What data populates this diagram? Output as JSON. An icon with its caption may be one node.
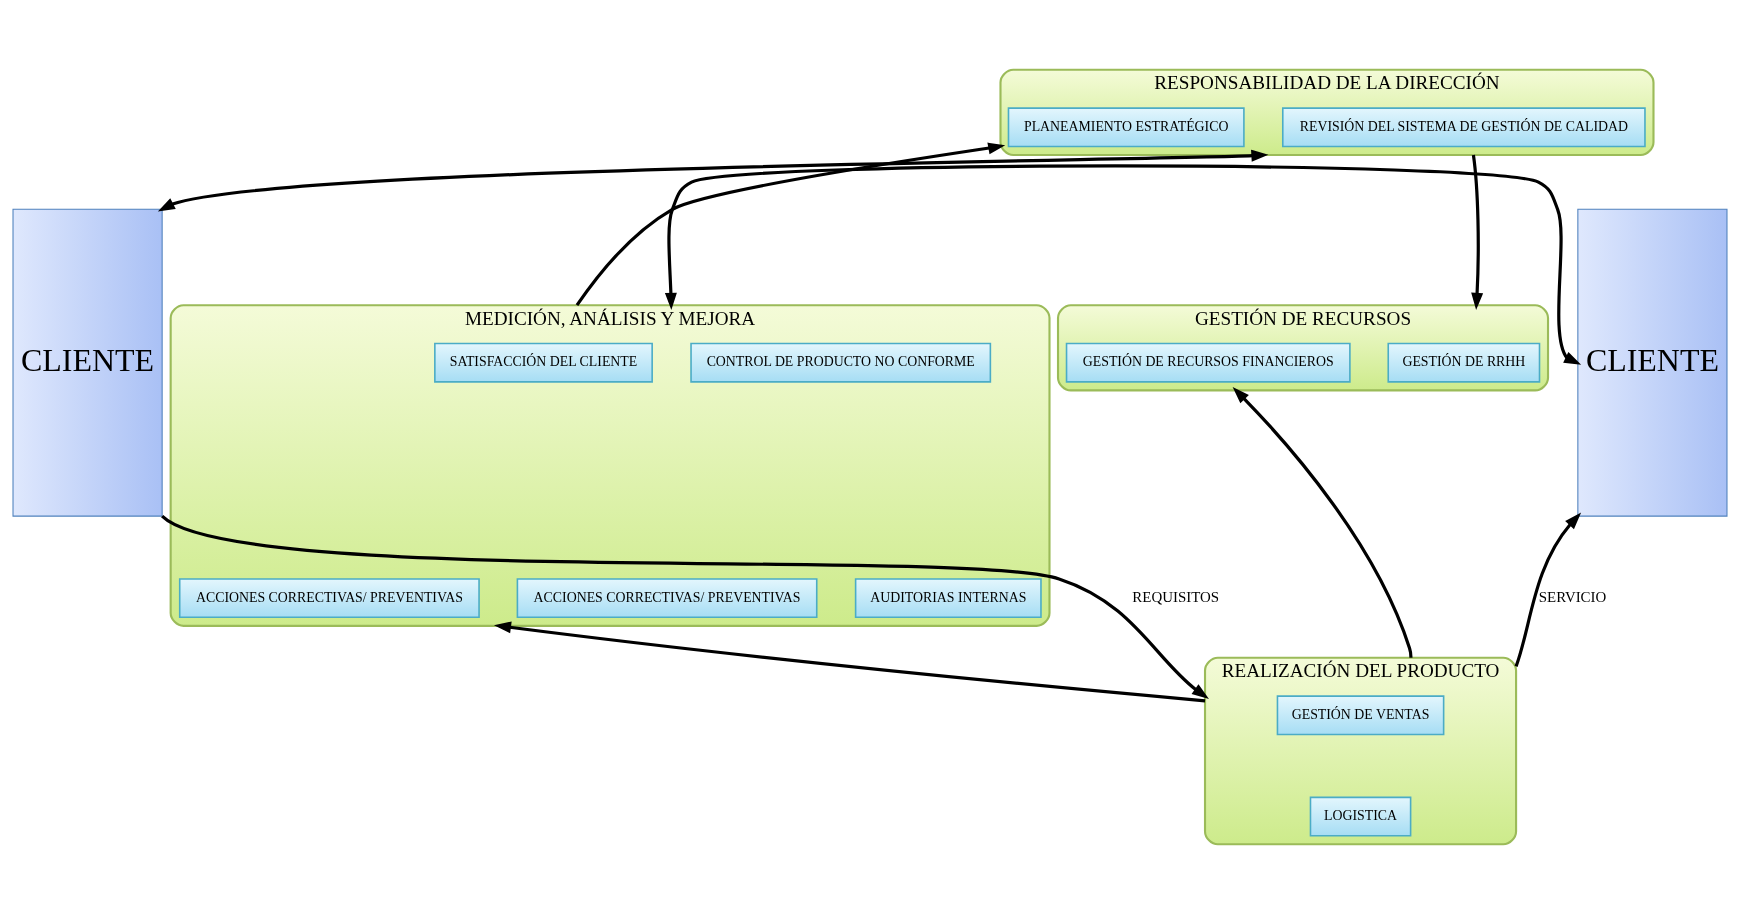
{
  "diagram": {
    "nodes": [
      {
        "text": [
          "CLIENTE"
        ]
      },
      {
        "text": [
          "RESPONSABILIDAD DE LA DIRECCIÓN"
        ]
      },
      {
        "text": [
          "REVISIÓN DEL SISTEMA DE GESTIÓN DE CALIDAD"
        ],
        "in": 1
      },
      {
        "text": [
          "PLANEAMIENTO ESTRATÉGICO"
        ],
        "in": 1
      },
      {
        "text": [
          "GESTIÓN DE RECURSOS"
        ]
      },
      {
        "text": [
          "GESTIÓN DE RRHH"
        ],
        "in": 4
      },
      {
        "text": [
          "GESTIÓN DE RECURSOS FINANCIEROS"
        ],
        "in": 4
      },
      {
        "text": [
          "MEDICIÓN, ANÁLISIS Y MEJORA"
        ]
      },
      {
        "text": [
          "CONTROL DE PRODUCTO NO CONFORME"
        ],
        "in": 7
      },
      {
        "text": [
          "SATISFACCIÓN DEL CLIENTE"
        ],
        "in": 7
      },
      {
        "text": [
          "ACCIONES CORRECTIVAS/ PREVENTIVAS"
        ],
        "in": 7
      },
      {
        "text": [
          "AUDITORIAS INTERNAS"
        ],
        "in": 7
      },
      {
        "text": [
          "ACCIONES CORRECTIVAS/ PREVENTIVAS"
        ],
        "in": 7
      },
      {
        "text": [
          "REALIZACIÓN DEL PRODUCTO"
        ]
      },
      {
        "text": [
          "GESTIÓN DE VENTAS"
        ],
        "in": 13
      },
      {
        "text": [
          "LOGISTICA"
        ],
        "in": 13
      },
      {
        "text": [
          "CLIENTE"
        ]
      }
    ],
    "edges": [
      {
        "from": 0,
        "to": 1,
        "arrow": "both"
      },
      {
        "from": 1,
        "to": 4,
        "arrow": "to"
      },
      {
        "from": 7,
        "to": 1,
        "arrow": "to"
      },
      {
        "from": 7,
        "to": 16,
        "arrow": "both"
      },
      {
        "from": 13,
        "to": 4,
        "arrow": "to"
      },
      {
        "from": 13,
        "to": 7,
        "arrow": "to"
      },
      {
        "from": 0,
        "to": 13,
        "arrow": "to",
        "label": "REQUISITOS"
      },
      {
        "from": 13,
        "to": 16,
        "arrow": "to",
        "label": "SERVICIO"
      }
    ]
  }
}
